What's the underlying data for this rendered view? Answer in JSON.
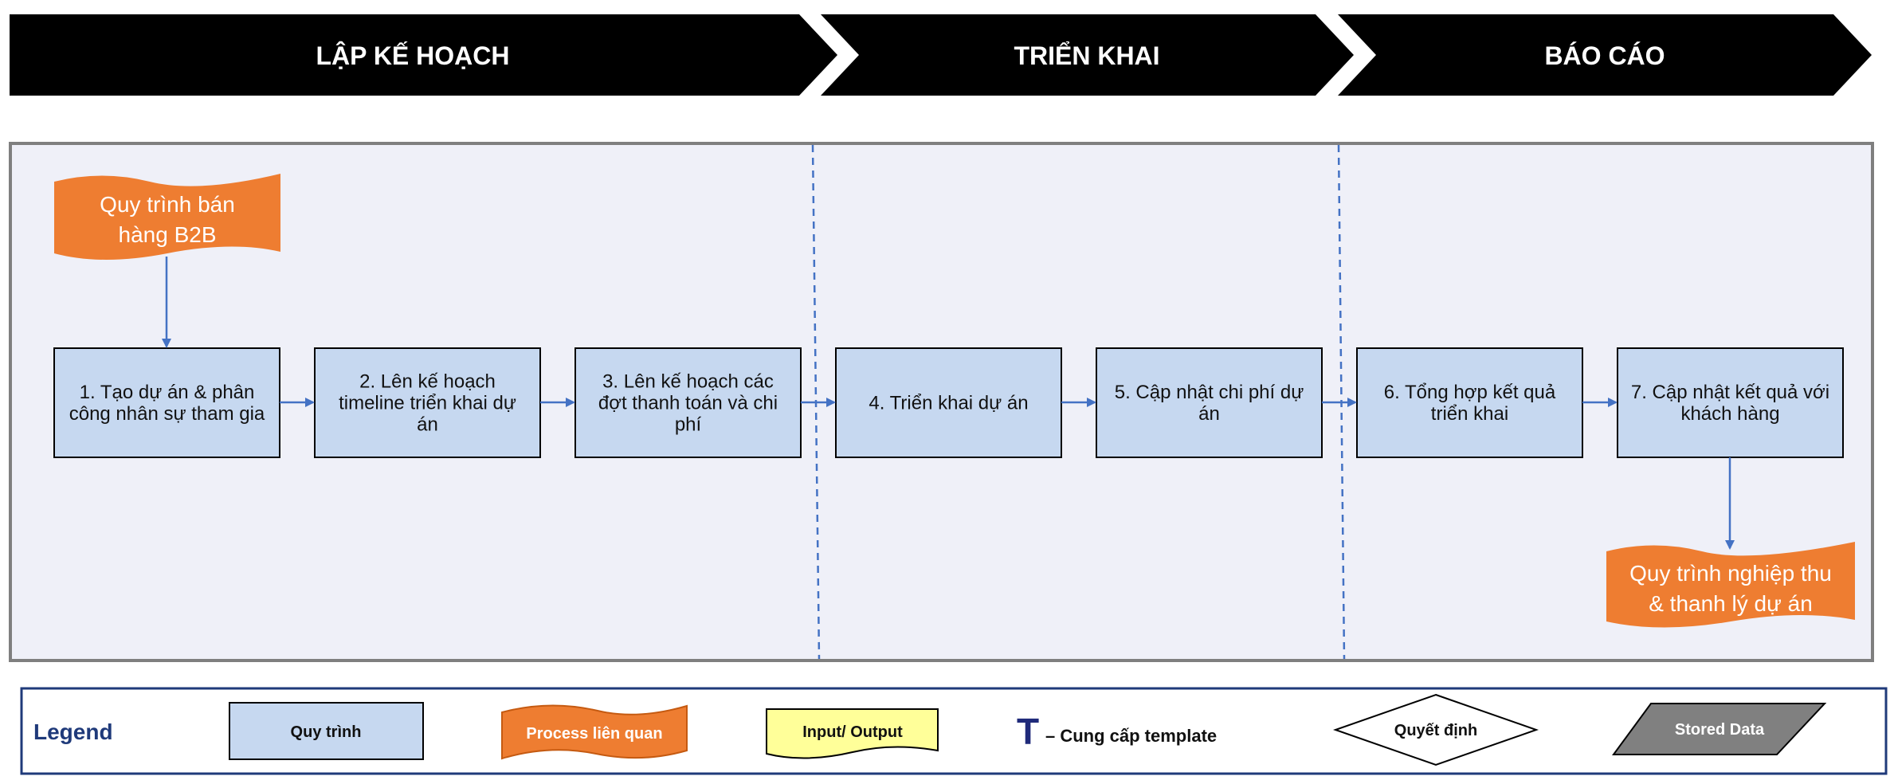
{
  "phases": [
    "LẬP KẾ HOẠCH",
    "TRIỂN KHAI",
    "BÁO CÁO"
  ],
  "related_processes": {
    "input": [
      "Quy trình bán",
      "hàng B2B"
    ],
    "output": [
      "Quy trình nghiệp thu",
      "& thanh lý dự án"
    ]
  },
  "steps": [
    {
      "lines": [
        "1. Tạo dự án & phân",
        "công nhân sự tham gia"
      ]
    },
    {
      "lines": [
        "2. Lên kế hoạch",
        "timeline triển khai dự",
        "án"
      ]
    },
    {
      "lines": [
        "3. Lên kế hoạch các",
        "đợt thanh toán và chi",
        "phí"
      ]
    },
    {
      "lines": [
        "4. Triển khai dự án"
      ]
    },
    {
      "lines": [
        "5. Cập nhật chi phí dự",
        "án"
      ]
    },
    {
      "lines": [
        "6. Tổng hợp kết quả",
        "triển khai"
      ]
    },
    {
      "lines": [
        "7. Cập nhật kết quả với",
        "khách hàng"
      ]
    }
  ],
  "legend": {
    "title": "Legend",
    "process": "Quy trình",
    "related_process": "Process liên quan",
    "input_output": "Input/ Output",
    "template_symbol": "T",
    "template_text": "– Cung cấp template",
    "decision": "Quyết định",
    "stored_data": "Stored Data"
  },
  "colors": {
    "phase_bar": "#000000",
    "panel_fill": "#EFF0F8",
    "panel_border": "#7F7F7F",
    "step_fill": "#C6D8F0",
    "related_fill": "#EE7D31",
    "arrow": "#4472C4",
    "io_fill": "#FFFF99",
    "stored_fill": "#808080",
    "legend_border": "#1F3A7A"
  }
}
